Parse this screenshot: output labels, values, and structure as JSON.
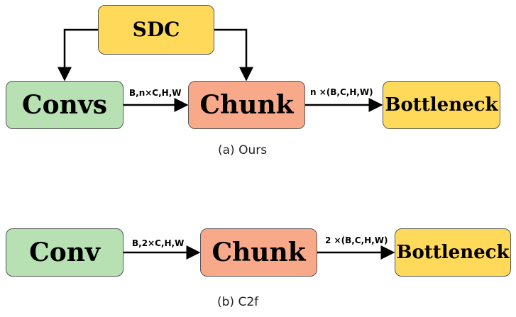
{
  "colors": {
    "green_block": "#b7e1b3",
    "orange_block": "#f8a98a",
    "yellow_block": "#ffd95a",
    "wire": "#000000"
  },
  "top_diagram": {
    "sdc": "SDC",
    "convs": "Convs",
    "chunk": "Chunk",
    "bottleneck": "Bottleneck",
    "edge_convs_chunk": "B,n×C,H,W",
    "edge_chunk_bottleneck": "n ×(B,C,H,W)",
    "caption": "(a) Ours"
  },
  "bottom_diagram": {
    "conv": "Conv",
    "chunk": "Chunk",
    "bottleneck": "Bottleneck",
    "edge_conv_chunk": "B,2×C,H,W",
    "edge_chunk_bottleneck": "2 ×(B,C,H,W)",
    "caption": "(b) C2f"
  }
}
